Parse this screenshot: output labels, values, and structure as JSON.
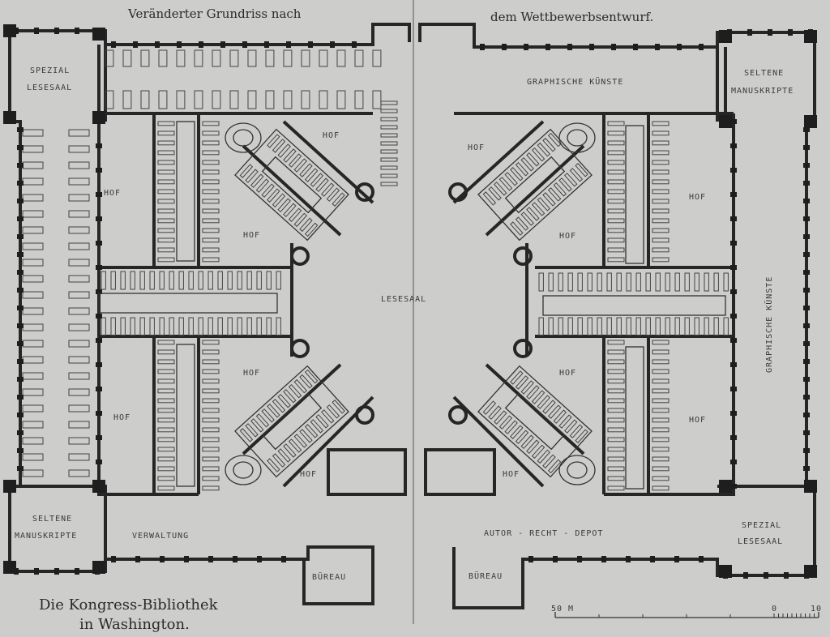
{
  "header": {
    "caption_left": "Veränderter Grundriss nach",
    "caption_right": "dem Wettbewerbsentwurf."
  },
  "title": {
    "line1": "Die Kongress-Bibliothek",
    "line2": "in Washington."
  },
  "rooms": {
    "spezial_lesesaal_nw": [
      "SPEZIAL",
      "LESESAAL"
    ],
    "seltene_manuskripte_ne": [
      "SELTENE",
      "MANUSKRIPTE"
    ],
    "graphische_kuenste_n": "GRAPHISCHE KÜNSTE",
    "graphische_kuenste_e": "GRAPHISCHE KÜNSTE",
    "seltene_manuskripte_sw": [
      "SELTENE",
      "MANUSKRIPTE"
    ],
    "spezial_lesesaal_se": [
      "SPEZIAL",
      "LESESAAL"
    ],
    "lesesaal": "LESESAAL",
    "verwaltung": "VERWALTUNG",
    "autor_recht_depot": "AUTOR  -  RECHT  -  DEPOT",
    "bureau_left": "BÜREAU",
    "bureau_right": "BÜREAU",
    "hof": "HOF"
  },
  "scale": {
    "left_label": "50 M",
    "zero_label": "0",
    "right_label": "10"
  }
}
